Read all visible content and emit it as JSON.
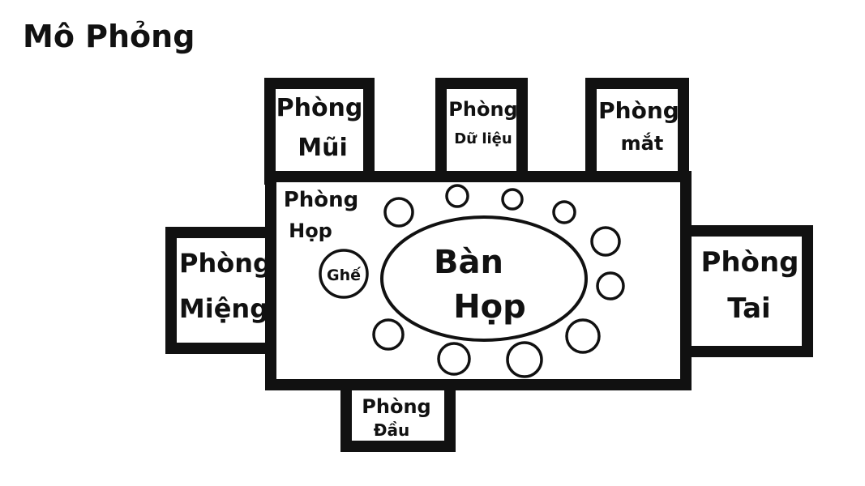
{
  "title": "Mô Phỏng",
  "rooms": {
    "nose": {
      "line1": "Phòng",
      "line2": "Mũi"
    },
    "data": {
      "line1": "Phòng",
      "line2": "Dữ liệu"
    },
    "eye": {
      "line1": "Phòng",
      "line2": "mắt"
    },
    "mouth": {
      "line1": "Phòng",
      "line2": "Miệng"
    },
    "ear": {
      "line1": "Phòng",
      "line2": "Tai"
    },
    "head": {
      "line1": "Phòng",
      "line2": "Đầu"
    },
    "meeting": {
      "line1": "Phòng",
      "line2": "Họp"
    }
  },
  "table": {
    "line1": "Bàn",
    "line2": "Họp"
  },
  "chair_label": "Ghế",
  "colors": {
    "ink": "#111111",
    "paper": "#ffffff"
  }
}
